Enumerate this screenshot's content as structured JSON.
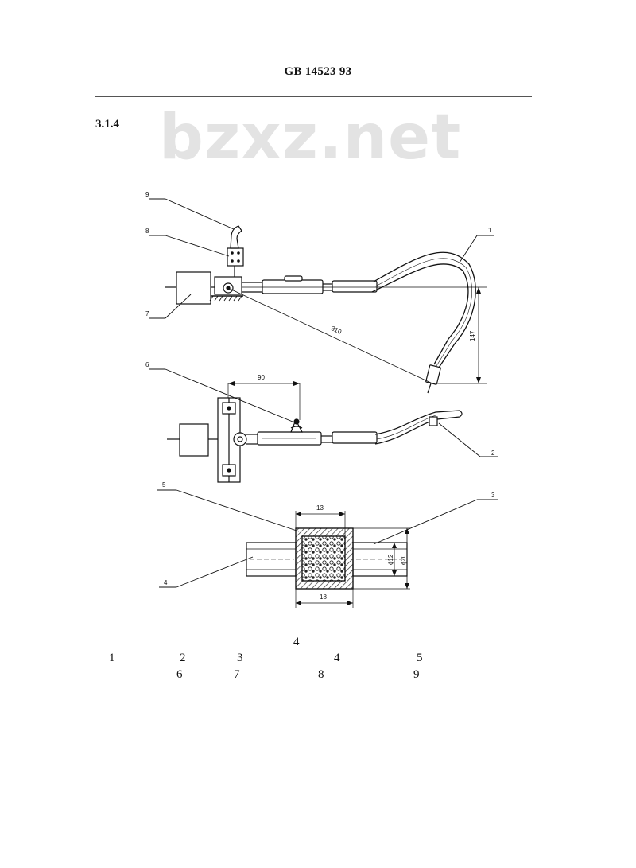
{
  "header": {
    "standard_code": "GB 14523    93"
  },
  "section": {
    "number": "3.1.4"
  },
  "watermark": {
    "text": "bzxz.net"
  },
  "figure": {
    "callouts": [
      "1",
      "2",
      "3",
      "4",
      "5",
      "6",
      "7",
      "8",
      "9"
    ],
    "dimensions": {
      "radius": "310",
      "height": "147",
      "offset": "90",
      "width_top": "13",
      "width_bottom": "18",
      "dia_inner": "ϕ12",
      "dia_outer": "ϕ20"
    },
    "caption_number": "4",
    "legend_line1": [
      "1",
      "2",
      "3",
      "4",
      "5"
    ],
    "legend_line2": [
      "6",
      "7",
      "8",
      "9"
    ]
  },
  "colors": {
    "ink": "#111111",
    "rule": "#555555",
    "watermark": "#e3e3e3",
    "hatch": "#333333"
  }
}
